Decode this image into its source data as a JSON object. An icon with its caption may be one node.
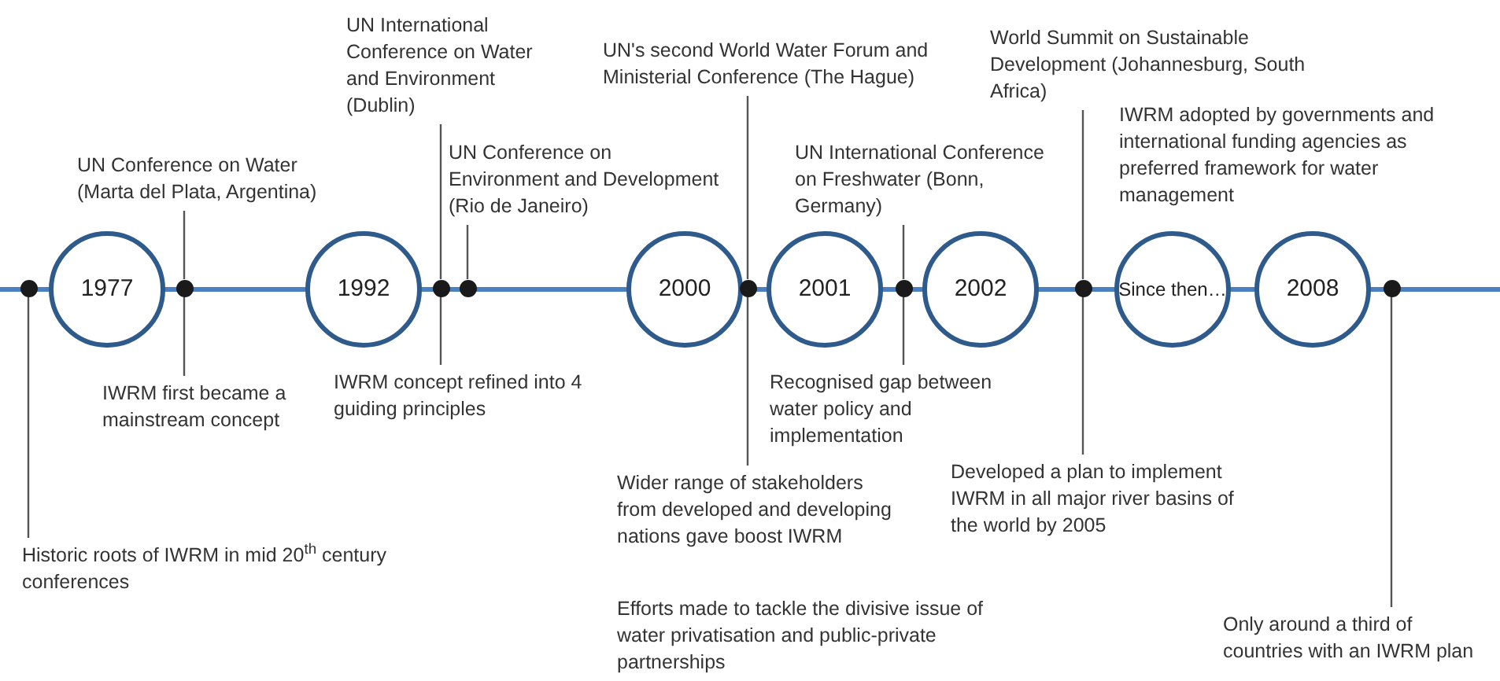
{
  "diagram": {
    "nodes": [
      {
        "text": [
          "Historic roots of IWRM in mid 20$^{th}$ century conferences"
        ]
      },
      {
        "text": [],
        "shape": "dot"
      },
      {
        "text": [
          "1977"
        ]
      },
      {
        "text": [
          "UN Conference on Water (Marta del Plata, Argentina)"
        ]
      },
      {
        "text": [],
        "shape": "dot"
      },
      {
        "text": [
          "IWRM first became a mainstream concept"
        ]
      },
      {
        "text": [
          "1992"
        ]
      },
      {
        "text": [
          "UN International Conference on Water and Environment (Dublin)"
        ]
      },
      {
        "text": [],
        "shape": "dot"
      },
      {
        "text": [
          "IWRM concept refined into 4 guiding principles"
        ]
      },
      {
        "text": [
          "UN Conference on Environment and Development (Rio de Janeiro)"
        ]
      },
      {
        "text": [],
        "shape": "dot"
      },
      {
        "text": [
          "2000"
        ]
      },
      {
        "text": [
          "UN's second World Water Forum and Ministerial Conference (The Hague)"
        ]
      },
      {
        "text": [],
        "shape": "dot"
      },
      {
        "text": [
          "Wider range of stakeholders from developed and developing nations gave boost IWRM"
        ]
      },
      {
        "text": [
          "2001"
        ]
      },
      {
        "text": [
          "UN International Conference on Freshwater (Bonn, Germany)"
        ]
      },
      {
        "text": [],
        "shape": "dot"
      },
      {
        "text": [
          "Recognised gap between water policy and implementation"
        ]
      },
      {
        "text": [
          "2002"
        ]
      },
      {
        "text": [
          "World Summit on Sustainable Development (Johannesburg, South Africa)"
        ]
      },
      {
        "text": [],
        "shape": "dot"
      },
      {
        "text": [
          "Developed a plan to implement IWRM in all major river basins of the world by 2005"
        ]
      },
      {
        "text": [
          "Since then…"
        ]
      },
      {
        "text": [
          "2008"
        ]
      },
      {
        "text": [],
        "shape": "dot"
      },
      {
        "text": [
          "Only around a third of countries with an IWRM plan"
        ]
      }
    ],
    "edges": [
      {
        "from": 0,
        "to": 1,
        "arrow": "none"
      },
      {
        "from": 3,
        "to": 4,
        "arrow": "none"
      },
      {
        "from": 5,
        "to": 4,
        "arrow": "none"
      },
      {
        "from": 7,
        "to": 8,
        "arrow": "none"
      },
      {
        "from": 9,
        "to": 8,
        "arrow": "none"
      },
      {
        "from": 10,
        "to": 11,
        "arrow": "none"
      },
      {
        "from": 13,
        "to": 14,
        "arrow": "none"
      },
      {
        "from": 15,
        "to": 14,
        "arrow": "none"
      },
      {
        "from": 17,
        "to": 18,
        "arrow": "none"
      },
      {
        "from": 19,
        "to": 18,
        "arrow": "none"
      },
      {
        "from": 21,
        "to": 22,
        "arrow": "none"
      },
      {
        "from": 23,
        "to": 22,
        "arrow": "none"
      },
      {
        "from": 27,
        "to": 26,
        "arrow": "none"
      }
    ],
    "labels": [
      "IWRM adopted by governments and international funding agencies as preferred framework for water management",
      "Efforts made to tackle the divisive issue of water privatisation and public-private partnerships"
    ]
  }
}
